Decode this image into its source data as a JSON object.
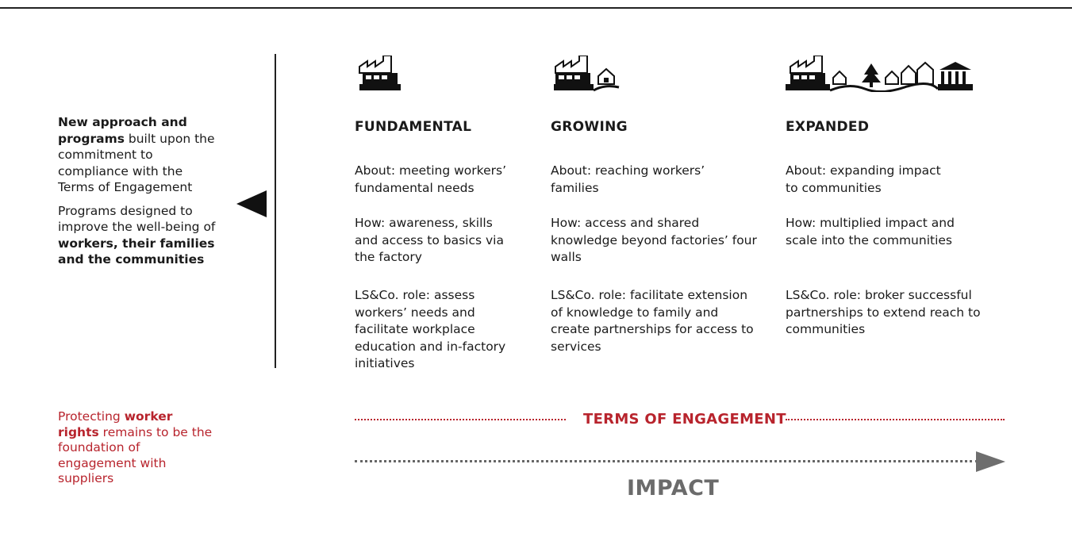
{
  "intro": {
    "p1_bold": "New approach and programs",
    "p1_rest": " built upon the commitment to compliance with the Terms of Engagement",
    "p2_start": "Programs designed to improve the well-being of ",
    "p2_bold": "workers, their families and the communities"
  },
  "stages": [
    {
      "icon": "factory-icon",
      "title": "FUNDAMENTAL",
      "about_label": "About:",
      "about_text": " meeting workers’ fundamental needs",
      "how_label": "How:",
      "how_text": " awareness, skills and access to basics via the factory",
      "role_label": "LS&Co. role:",
      "role_text": " assess workers’ needs and facilitate workplace education and in-factory initiatives"
    },
    {
      "icon": "factory-with-home-icon",
      "title": "GROWING",
      "about_label": "About:",
      "about_text": " reaching workers’ families",
      "how_label": "How:",
      "how_text": " access and shared knowledge beyond factories’ four walls",
      "role_label": "LS&Co. role:",
      "role_text": " facilitate extension of knowledge to family and create partnerships for access to services"
    },
    {
      "icon": "factory-with-community-icon",
      "title": "EXPANDED",
      "about_label": "About:",
      "about_text": " expanding impact to communities",
      "how_label": "How:",
      "how_text": " multiplied impact and scale into the communities",
      "role_label": "LS&Co. role:",
      "role_text": " broker successful partnerships to extend reach to communities"
    }
  ],
  "footer_note": {
    "start": "Protecting ",
    "bold": "worker rights",
    "rest": " remains to be the foundation of engagement with suppliers"
  },
  "terms_label": "TERMS OF ENGAGEMENT",
  "impact_label": "IMPACT",
  "colors": {
    "accent_red": "#b8242d",
    "impact_gray": "#6b6b6b",
    "ink": "#1a1a1a"
  }
}
